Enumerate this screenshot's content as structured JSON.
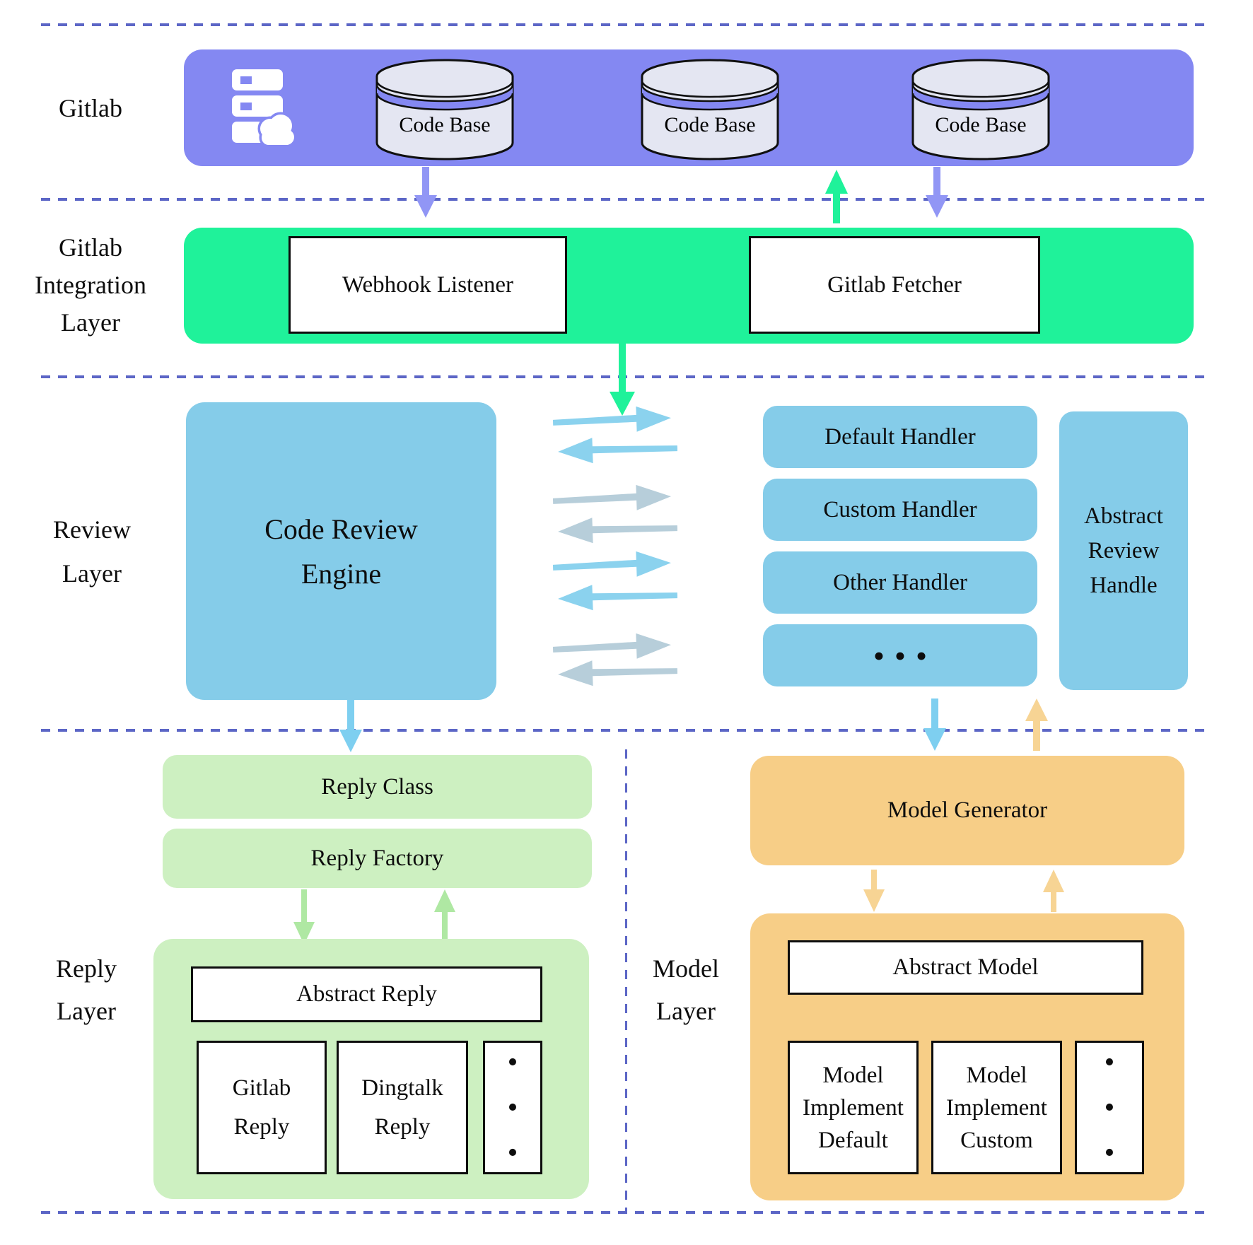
{
  "colors": {
    "purple": "#8488F2",
    "purple_arrow": "#9196F5",
    "green": "#1FF29A",
    "light_green": "#CDF0C1",
    "light_green_arrow": "#AFE8A3",
    "blue": "#85CCE9",
    "blue_arrow": "#8BD2EE",
    "gray_arrow": "#B7CEDA",
    "orange": "#F7CE87",
    "orange_arrow": "#F7D494",
    "dashed_line": "#5C66C6",
    "cylinder_fill": "#E4E6F2"
  },
  "gitlab_layer": {
    "label": "Gitlab",
    "code_bases": [
      "Code Base",
      "Code Base",
      "Code Base"
    ]
  },
  "integration_layer": {
    "label_lines": [
      "Gitlab",
      "Integration",
      "Layer"
    ],
    "webhook_listener": "Webhook Listener",
    "gitlab_fetcher": "Gitlab Fetcher"
  },
  "review_layer": {
    "label_lines": [
      "Review",
      "Layer"
    ],
    "engine_lines": [
      "Code Review",
      "Engine"
    ],
    "handlers": [
      "Default Handler",
      "Custom Handler",
      "Other Handler"
    ],
    "handler_ellipsis": "•••",
    "abstract_handle_lines": [
      "Abstract",
      "Review",
      "Handle"
    ]
  },
  "reply_layer": {
    "label_lines": [
      "Reply",
      "Layer"
    ],
    "reply_class": "Reply Class",
    "reply_factory": "Reply Factory",
    "abstract_reply": "Abstract Reply",
    "gitlab_reply_lines": [
      "Gitlab",
      "Reply"
    ],
    "dingtalk_reply_lines": [
      "Dingtalk",
      "Reply"
    ],
    "ellipsis_vertical": "•\n•\n•"
  },
  "model_layer": {
    "label_lines": [
      "Model",
      "Layer"
    ],
    "model_generator": "Model Generator",
    "abstract_model": "Abstract Model",
    "impl_default_lines": [
      "Model",
      "Implement",
      "Default"
    ],
    "impl_custom_lines": [
      "Model",
      "Implement",
      "Custom"
    ],
    "ellipsis_vertical": "•\n•\n•"
  }
}
